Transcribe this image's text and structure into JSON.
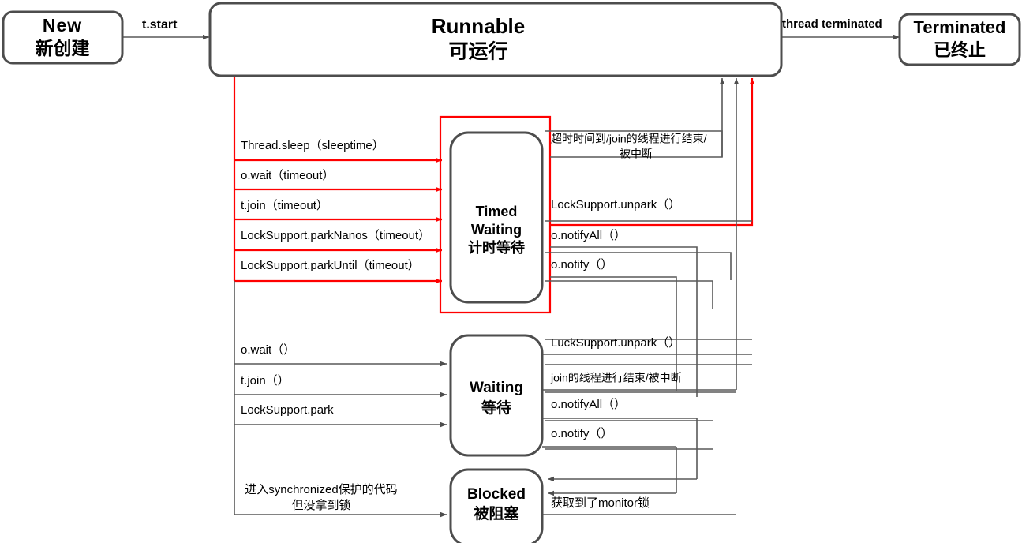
{
  "diagram": {
    "title": "Java Thread State Transition Diagram",
    "colors": {
      "box_stroke": "#4d4d4d",
      "box_fill": "#ffffff",
      "line_gray": "#595959",
      "line_red": "#ff0000",
      "text": "#000000",
      "label_box_stroke": "#595959"
    }
  },
  "states": {
    "new": {
      "en": "New",
      "zh": "新创建"
    },
    "runnable": {
      "en": "Runnable",
      "zh": "可运行"
    },
    "terminated": {
      "en": "Terminated",
      "zh": "已终止"
    },
    "timed_waiting": {
      "en": "Timed",
      "en2": "Waiting",
      "zh": "计时等待"
    },
    "waiting": {
      "en": "Waiting",
      "zh": "等待"
    },
    "blocked": {
      "en": "Blocked",
      "zh": "被阻塞"
    }
  },
  "transitions": {
    "start": "t.start",
    "terminate": "thread terminated",
    "to_timed_waiting": [
      "Thread.sleep（sleeptime）",
      "o.wait（timeout）",
      "t.join（timeout）",
      "LockSupport.parkNanos（timeout）",
      "LockSupport.parkUntil（timeout）"
    ],
    "from_timed_waiting": [
      {
        "line1": "超时时间到/join的线程进行结束/",
        "line2": "被中断"
      },
      {
        "line1": "LockSupport.unpark（）",
        "line2": ""
      },
      {
        "line1": "o.notifyAll（）",
        "line2": ""
      },
      {
        "line1": "o.notify（）",
        "line2": ""
      }
    ],
    "to_waiting": [
      "o.wait（）",
      "t.join（）",
      "LockSupport.park"
    ],
    "from_waiting": [
      {
        "line1": "LuckSupport.unpark（）",
        "line2": ""
      },
      {
        "line1": "join的线程进行结束/被中断",
        "line2": ""
      },
      {
        "line1": "o.notifyAll（）",
        "line2": ""
      },
      {
        "line1": "o.notify（）",
        "line2": ""
      }
    ],
    "to_blocked": {
      "line1": "进入synchronized保护的代码",
      "line2": "但没拿到锁"
    },
    "from_blocked": "获取到了monitor锁"
  }
}
